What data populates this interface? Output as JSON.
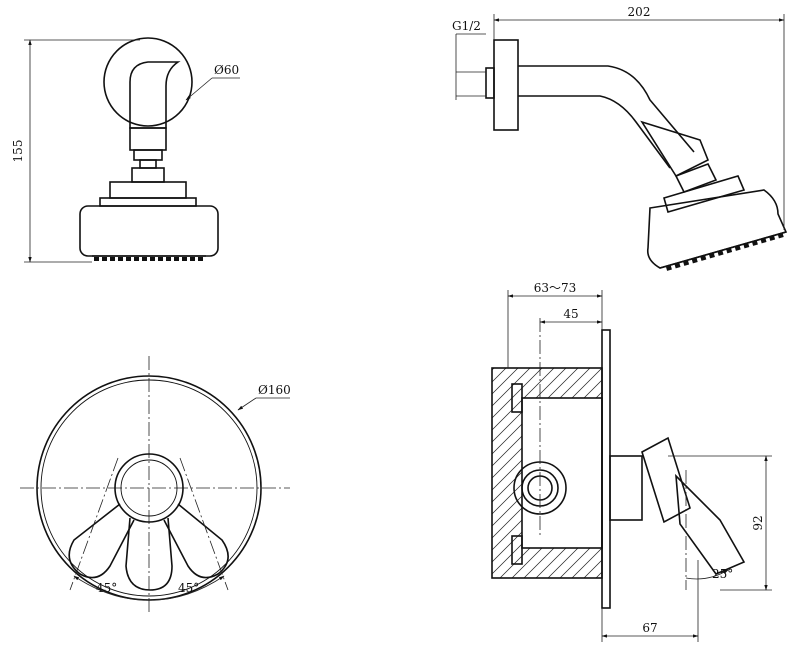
{
  "dimensions": {
    "flange_diameter": "Ø60",
    "height": "155",
    "length": "202",
    "thread": "G1/2",
    "plate_diameter": "Ø160",
    "handle_angle_left": "45°",
    "handle_angle_right": "45°",
    "wall_depth": "63～73",
    "pipe_offset": "45",
    "handle_height": "92",
    "handle_projection": "67",
    "handle_tilt": "25°"
  },
  "colors": {
    "line": "#111111",
    "background": "#ffffff"
  }
}
